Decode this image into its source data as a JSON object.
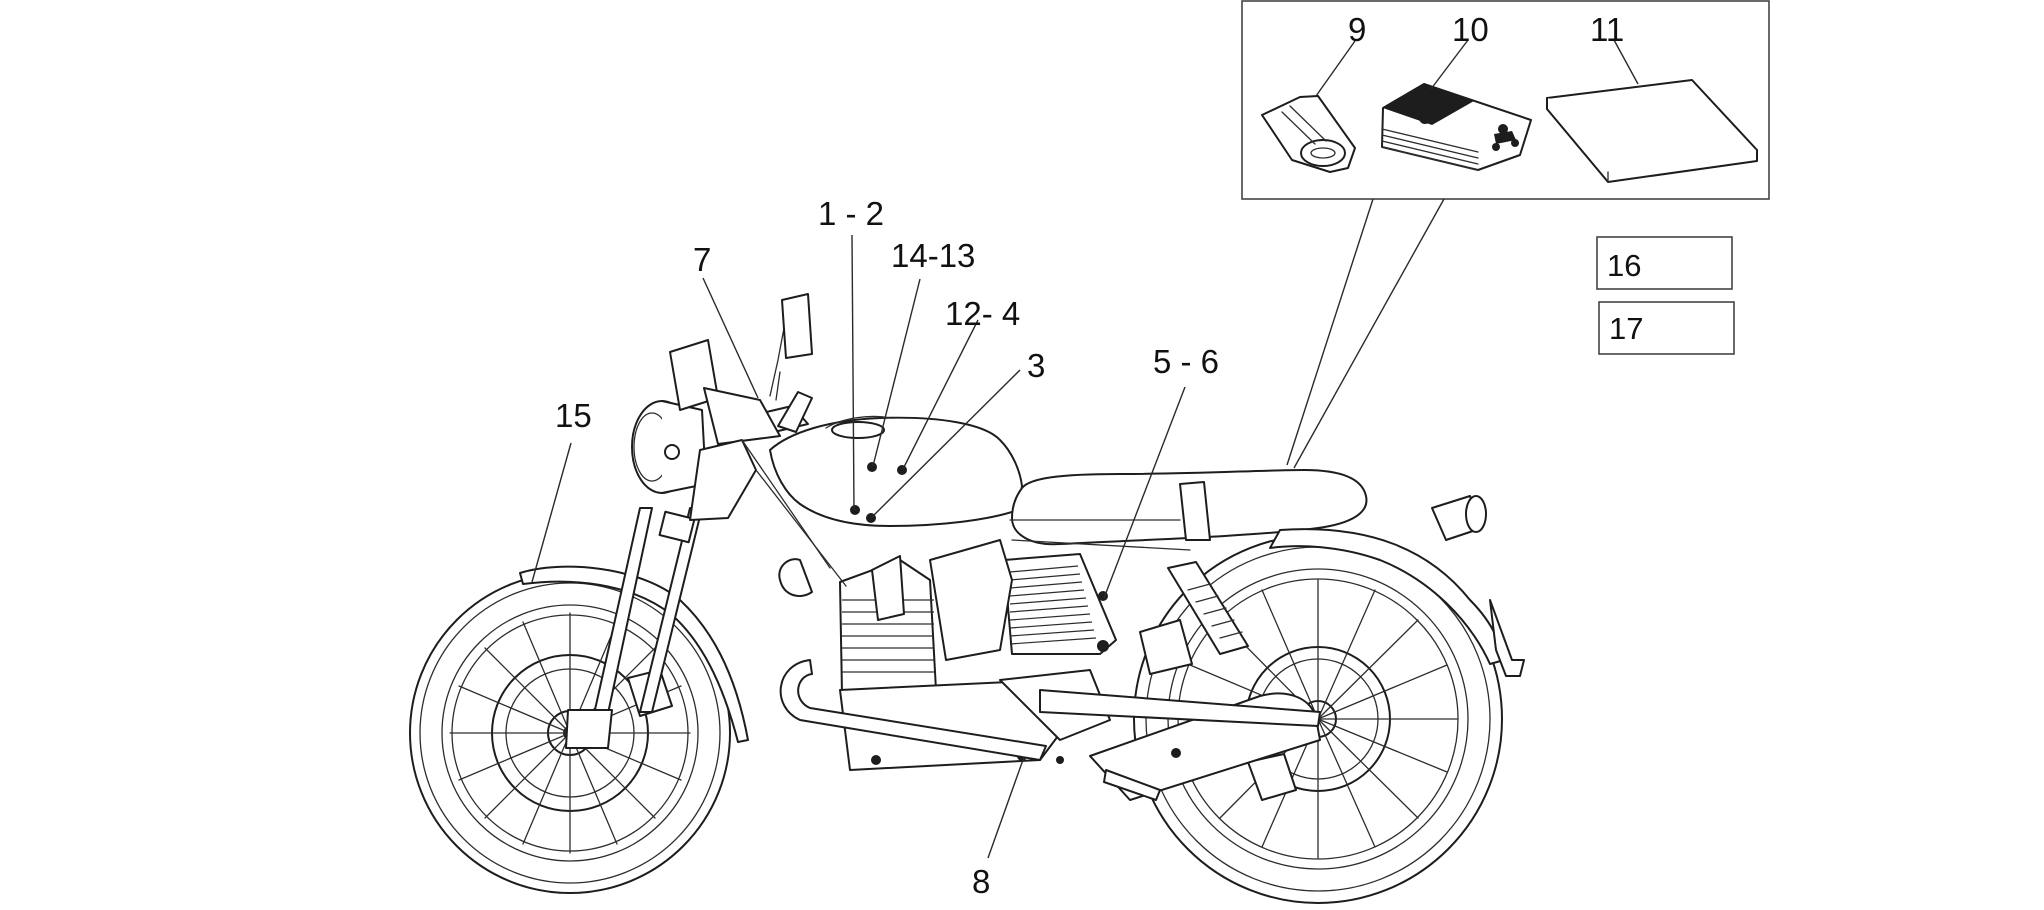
{
  "callouts": [
    {
      "id": "c-1-2",
      "label": "1 - 2"
    },
    {
      "id": "c-14-13",
      "label": "14-13"
    },
    {
      "id": "c-12-4",
      "label": "12- 4"
    },
    {
      "id": "c-3",
      "label": "3"
    },
    {
      "id": "c-7",
      "label": "7"
    },
    {
      "id": "c-15",
      "label": "15"
    },
    {
      "id": "c-5-6",
      "label": "5 - 6"
    },
    {
      "id": "c-8",
      "label": "8"
    },
    {
      "id": "c-9",
      "label": "9"
    },
    {
      "id": "c-10",
      "label": "10"
    },
    {
      "id": "c-11",
      "label": "11"
    }
  ],
  "boxes": [
    {
      "id": "b-16",
      "label": "16"
    },
    {
      "id": "b-17",
      "label": "17"
    }
  ],
  "colors": {
    "ink": "#1d1d1d",
    "paper": "#ffffff"
  }
}
